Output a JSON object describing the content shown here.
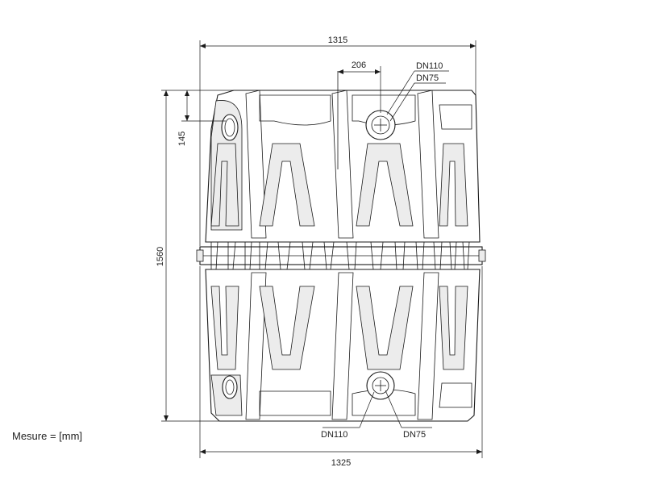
{
  "dimensions": {
    "top_width": "1315",
    "bottom_width": "1325",
    "height": "1560",
    "inlet_height": "145",
    "pipe_offset": "206"
  },
  "pipes": {
    "top_large": "DN110",
    "top_small": "DN75",
    "bottom_large": "DN110",
    "bottom_small": "DN75"
  },
  "units_note": "Mesure = [mm]"
}
